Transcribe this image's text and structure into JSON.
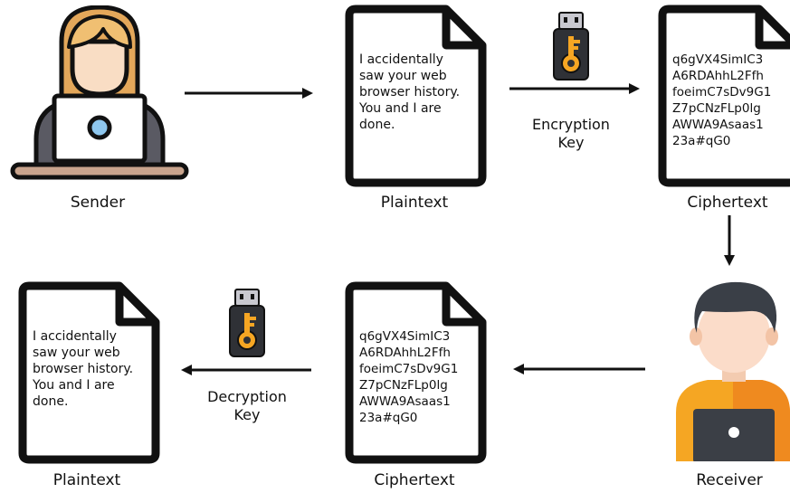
{
  "sender": {
    "label": "Sender"
  },
  "receiver": {
    "label": "Receiver"
  },
  "plaintext_top": {
    "label": "Plaintext",
    "content": "I accidentally\nsaw your web\nbrowser history.\nYou and I are\ndone."
  },
  "ciphertext_top": {
    "label": "Ciphertext",
    "content": "q6gVX4SimIC3\nA6RDAhhL2Ffh\nfoeimC7sDv9G1\nZ7pCNzFLp0lg\nAWWA9Asaas1\n23a#qG0"
  },
  "ciphertext_bottom": {
    "label": "Ciphertext",
    "content": "q6gVX4SimIC3\nA6RDAhhL2Ffh\nfoeimC7sDv9G1\nZ7pCNzFLp0lg\nAWWA9Asaas1\n23a#qG0"
  },
  "plaintext_bottom": {
    "label": "Plaintext",
    "content": "I accidentally\nsaw your web\nbrowser history.\nYou and I are\ndone."
  },
  "encryption_key": {
    "line1": "Encryption",
    "line2": "Key"
  },
  "decryption_key": {
    "line1": "Decryption",
    "line2": "Key"
  }
}
